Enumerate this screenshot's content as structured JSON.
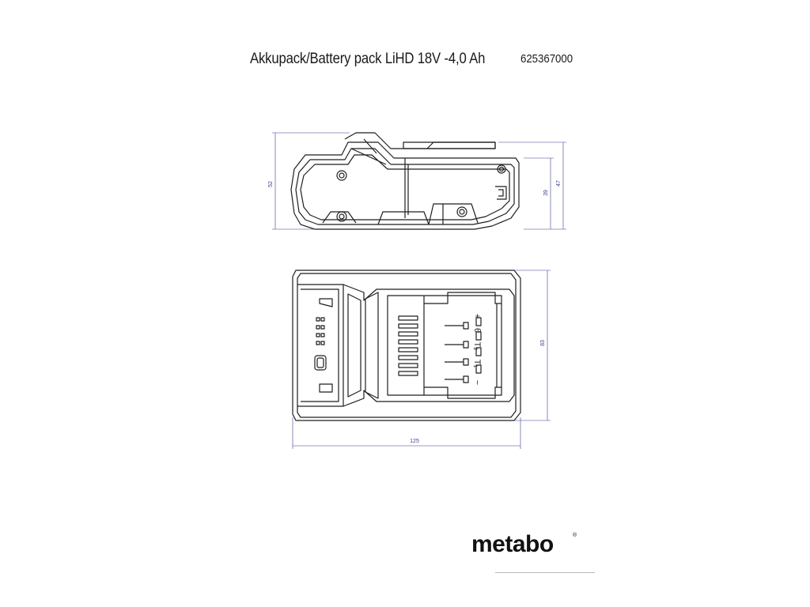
{
  "document": {
    "title": "Akkupack/Battery pack LiHD 18V -4,0 Ah",
    "part_number": "625367000"
  },
  "dimensions": {
    "height_overall": "52",
    "height_body": "39",
    "height_right": "47",
    "depth": "83",
    "length": "125"
  },
  "terminal_labels": {
    "plus": "+",
    "minus": "−",
    "theta": "θ",
    "t1": "T₁",
    "t2": "T₂"
  },
  "brand": {
    "logo": "metabo",
    "registered": "®"
  },
  "colors": {
    "line": "#1f1f1f",
    "dimension": "#3b3f8c"
  }
}
